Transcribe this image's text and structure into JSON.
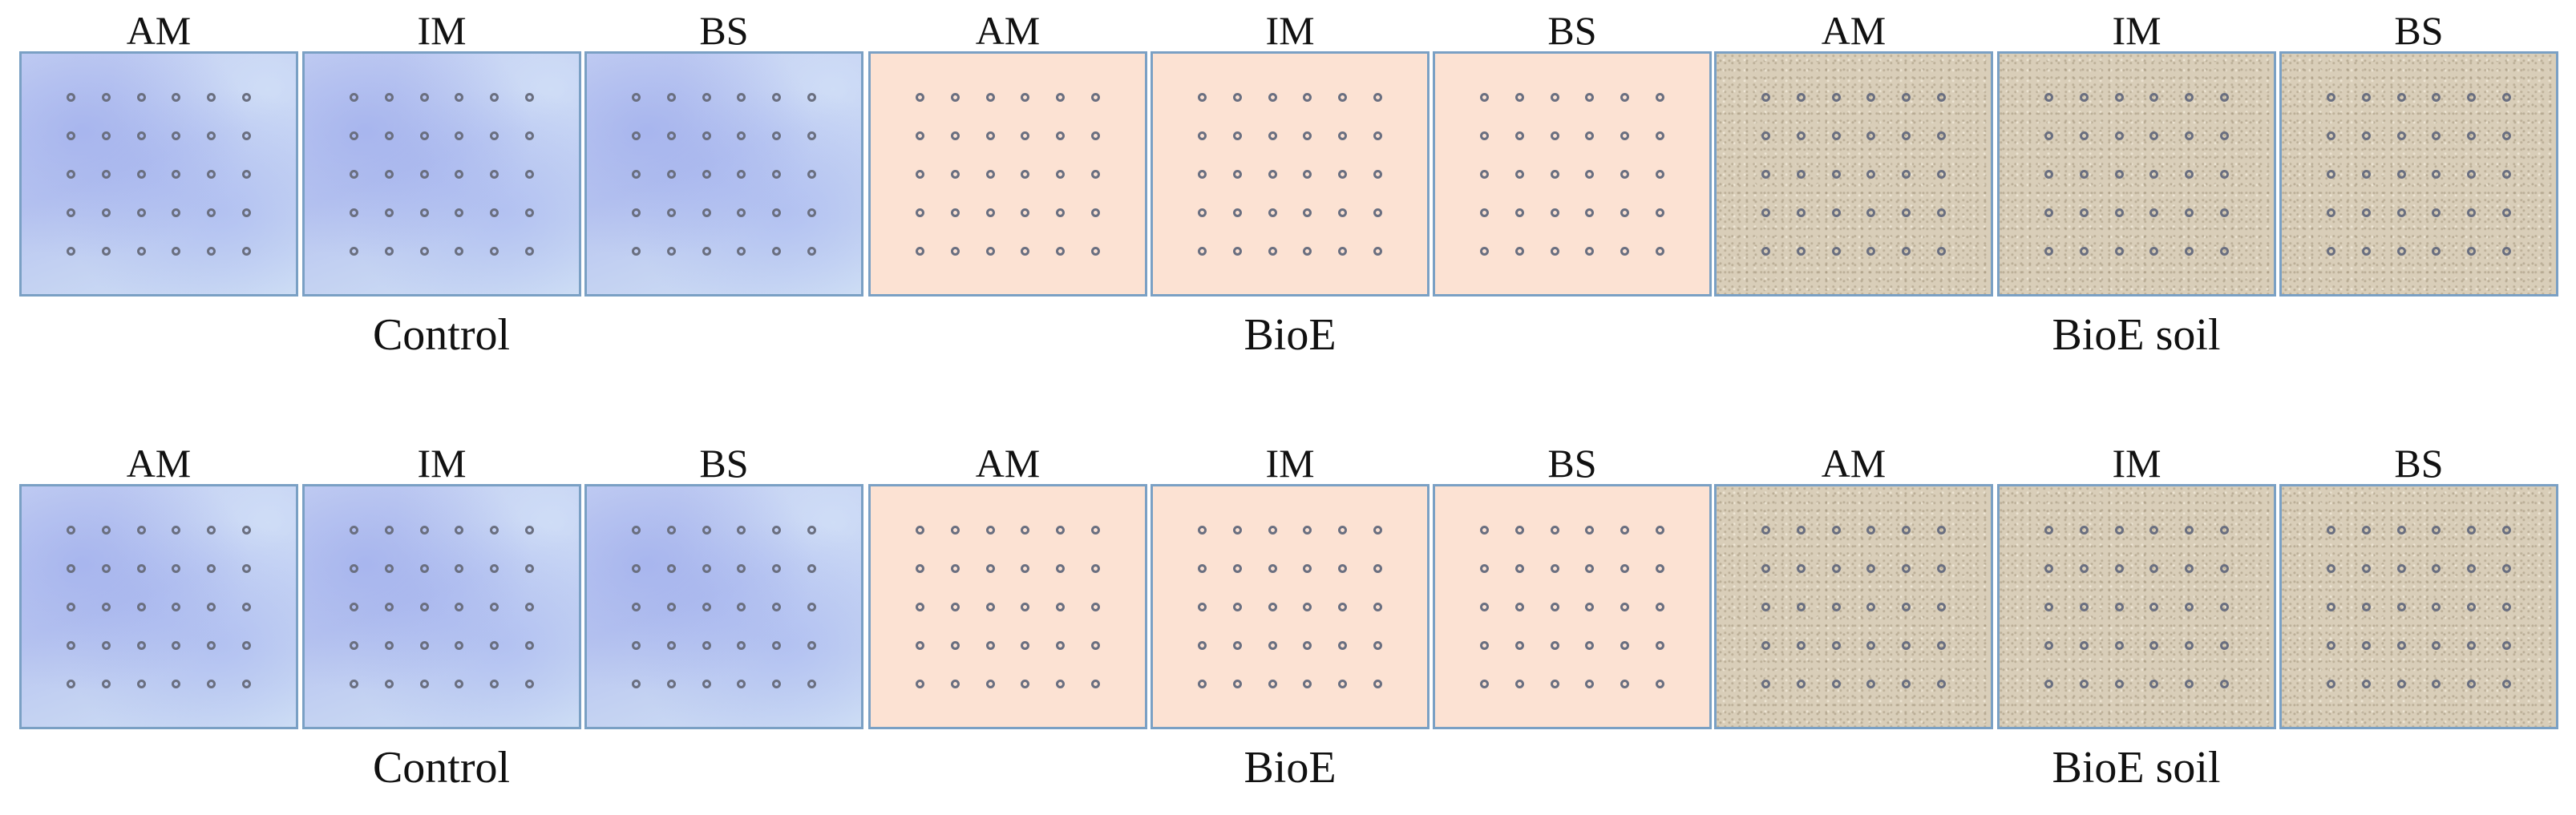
{
  "rows": [
    {
      "id": "top",
      "groups": [
        {
          "name": "Control",
          "kind": "control",
          "plots": [
            "AM",
            "IM",
            "BS"
          ]
        },
        {
          "name": "BioE",
          "kind": "bioe",
          "plots": [
            "AM",
            "IM",
            "BS"
          ]
        },
        {
          "name": "BioE soil",
          "kind": "soil",
          "plots": [
            "AM",
            "IM",
            "BS"
          ]
        }
      ]
    },
    {
      "id": "bottom",
      "groups": [
        {
          "name": "Control",
          "kind": "control",
          "plots": [
            "AM",
            "IM",
            "BS"
          ]
        },
        {
          "name": "BioE",
          "kind": "bioe",
          "plots": [
            "AM",
            "IM",
            "BS"
          ]
        },
        {
          "name": "BioE soil",
          "kind": "soil",
          "plots": [
            "AM",
            "IM",
            "BS"
          ]
        }
      ]
    }
  ],
  "sampling_grid": {
    "columns": 6,
    "rows": 5
  },
  "colors": {
    "control_fill": "#c6d1f3",
    "bioe_fill": "#fce2d3",
    "soil_fill": "#d9ceb9",
    "panel_border": "#7aa0c4",
    "point_outline": "#6a6f80"
  }
}
